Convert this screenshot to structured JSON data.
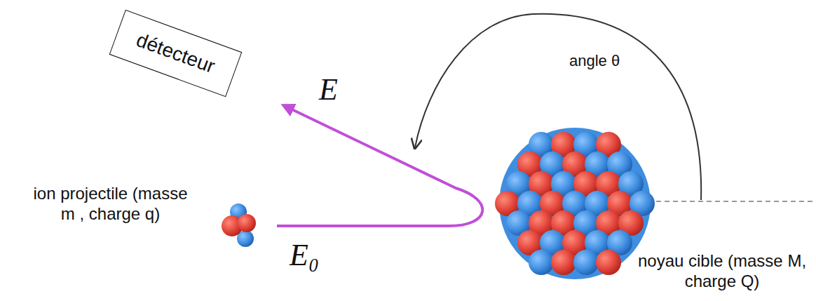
{
  "diagram": {
    "nodes": [
      {
        "text": [
          "détecteur"
        ]
      }
    ],
    "labels": [
      "E",
      "angle θ",
      "E₀",
      "ion projectile (masse m , charge q)",
      "noyau cible (masse M, charge Q)"
    ]
  }
}
